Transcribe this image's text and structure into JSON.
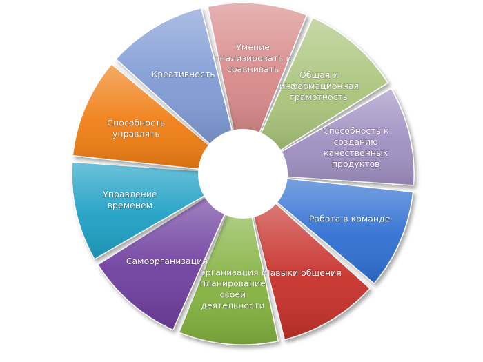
{
  "segments": [
    {
      "id": "analyze",
      "label_lines": [
        "Умение",
        "анализировать и",
        "сравнивать"
      ],
      "color": "#d98a8a"
    },
    {
      "id": "literacy",
      "label_lines": [
        "Общая и",
        "информационная",
        "грамотность"
      ],
      "color": "#a9c47a"
    },
    {
      "id": "quality",
      "label_lines": [
        "Способность к",
        "созданию",
        "качественных",
        "продуктов"
      ],
      "color": "#a08fc2"
    },
    {
      "id": "teamwork",
      "label_lines": [
        "Работа в команде"
      ],
      "color": "#2f6fd1"
    },
    {
      "id": "communication",
      "label_lines": [
        "Навыки общения"
      ],
      "color": "#c7302a"
    },
    {
      "id": "planning",
      "label_lines": [
        "Организация и",
        "планирование",
        "своей",
        "деятельности"
      ],
      "color": "#83b23f"
    },
    {
      "id": "selforg",
      "label_lines": [
        "Самоорганизация"
      ],
      "color": "#6e3e9e"
    },
    {
      "id": "time",
      "label_lines": [
        "Управление",
        "временем"
      ],
      "color": "#1ea0c4"
    },
    {
      "id": "manage",
      "label_lines": [
        "Способность",
        "управлять"
      ],
      "color": "#f07e14"
    },
    {
      "id": "creativity",
      "label_lines": [
        "Креативность"
      ],
      "color": "#7f9ad4"
    }
  ]
}
